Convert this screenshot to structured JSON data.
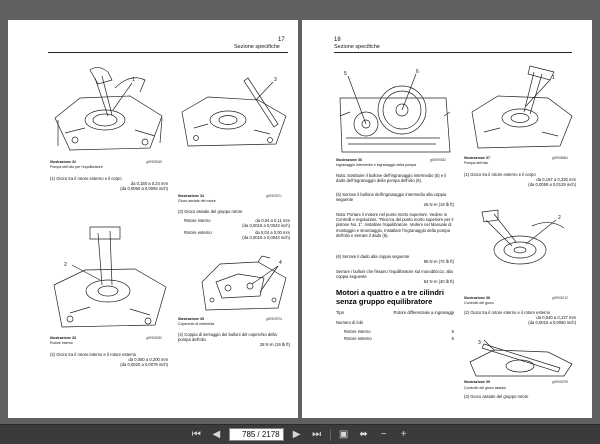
{
  "left_page": {
    "page_number": "17",
    "header": "Sezione specifiche",
    "fig32": {
      "label": "Illustrazione 32",
      "id": "g00909349",
      "title": "Pompa dell'olio per l'equilibratore",
      "callout": "1"
    },
    "item1": {
      "text": "(1) Gioco tra il rotore esterno e il corpo",
      "value1": "da 0,150 a 0,24 mm",
      "value2": "(da 0,0060 a 0,0094 inch)"
    },
    "fig33": {
      "label": "Illustrazione 33",
      "id": "g00909330",
      "title": "Rotore interno",
      "callout": "2"
    },
    "item2": {
      "text": "(2) Gioco tra il rotore interno e il rotore esterno",
      "value1": "da 0,050 a 0,200 mm",
      "value2": "(da 0,0020 a 0,0079 inch)"
    },
    "fig34": {
      "label": "Illustrazione 34",
      "id": "g00909371",
      "title": "Gioco assiale del rotore",
      "callout": "3"
    },
    "item3": {
      "text": "(3) Gioco assiale del gruppo rotore"
    },
    "rotor_inner": {
      "label": "Rotore interno",
      "value1": "da 0,04 a 0,11 mm",
      "value2": "(da 0,0016 a 0,0043 inch)"
    },
    "rotor_outer": {
      "label": "Rotore esterno",
      "value1": "da 0,04 a 0,00 mm",
      "value2": "(da 0,0016 a 0,0043 inch)"
    },
    "fig35": {
      "label": "Illustrazione 35",
      "id": "g00909374",
      "title": "Coperchio di estremità",
      "callout": "4"
    },
    "item4": {
      "text": "(4) Coppia di serraggio dei bulloni del coperchio della pompa dell'olio",
      "value": "28 N·m (19 lb ft)"
    }
  },
  "right_page": {
    "page_number": "18",
    "header": "Sezione specifiche",
    "fig36": {
      "label": "Illustrazione 36",
      "id": "g00909383",
      "title": "Ingranaggio intermedio e ingranaggio della pompa",
      "callouts": [
        "5",
        "6"
      ]
    },
    "note1": "Nota: Sostituire il bullone dell'ingranaggio intermedio (5) e il dado dell'ingranaggio della pompa dell'olio (6).",
    "item5": {
      "text": "(5) Serrare il bullone dell'ingranaggio intermedio alla coppia seguente",
      "value": "26 N·m (19 lb ft)"
    },
    "note2": "Nota: Portare il motore nel punto morto superiore. Vedere in Controlli e regolazioni, \"Ricerca del punto morto superiore per il pistone No. 1\". Installare l'equilibratore. Vedere nel Manuale di montaggio e smontaggio, Installare l'ingranaggio della pompa dell'olio e serrare il dado (6).",
    "item6": {
      "text": "(6) Serrare il dado alla coppia seguente",
      "value": "95 N·m (70 lb ft)"
    },
    "para_bolts": "Serrare i bulloni che fissano l'equilibratore sul monoblocco, alla coppia seguente",
    "para_bolts_value": "54 N·m (40 lb ft)",
    "heading": "Motori a quattro e a tre cilindri senza gruppo equilibratore",
    "type_label": "Tipo",
    "type_value": "Rotore differenziale a ingranaggi",
    "lobes_label": "Numero di lobi",
    "inner_rotor_label": "Rotore interno",
    "inner_rotor_value": "5",
    "outer_rotor_label": "Rotore esterno",
    "outer_rotor_value": "6",
    "fig37": {
      "label": "Illustrazione 37",
      "id": "g00908684",
      "title": "Pompa dell'olio",
      "callout": "1"
    },
    "item7": {
      "text": "(1) Gioco tra il rotore esterno e il corpo",
      "value1": "da 0,157 a 0,330 mm",
      "value2": "(da 0,0059 a 0,0129 inch)"
    },
    "fig38": {
      "label": "Illustrazione 38",
      "id": "g00908712",
      "title": "Controllo del gioco",
      "callout": "2"
    },
    "item8": {
      "text": "(2) Gioco tra il rotore interno e il rotore esterno",
      "value1": "da 0,040 a 0,127 mm",
      "value2": "(da 0,0015 a 0,0050 inch)"
    },
    "fig39": {
      "label": "Illustrazione 39",
      "id": "g00908759",
      "title": "Controllo del gioco assiale",
      "callout": "3"
    },
    "item9": {
      "text": "(3) Gioco assiale del gruppo rotore"
    }
  },
  "toolbar": {
    "current_page": "785",
    "total_pages": "/ 2178"
  },
  "icons": [
    "first-page-icon",
    "prev-page-icon",
    "next-page-icon",
    "last-page-icon",
    "fit-page-icon",
    "fit-width-icon",
    "zoom-out-icon",
    "zoom-in-icon"
  ]
}
